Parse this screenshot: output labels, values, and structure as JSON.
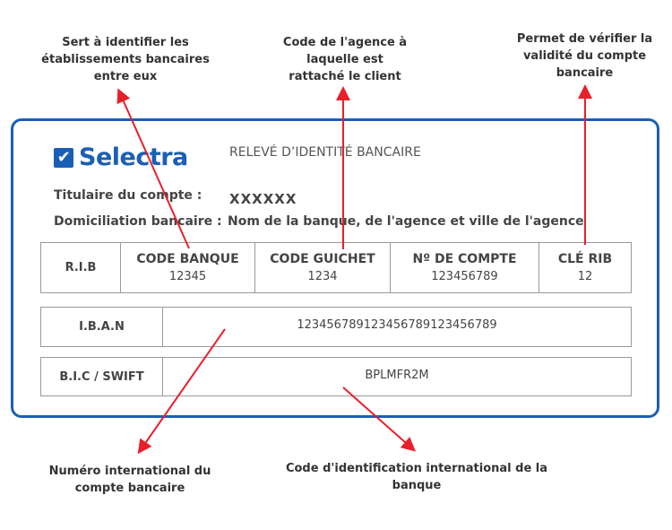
{
  "annotations": {
    "code_banque": "Sert à identifier les établissements bancaires entre eux",
    "code_guichet": "Code de l'agence à laquelle est rattaché le client",
    "cle_rib": "Permet de vérifier la validité du compte bancaire",
    "iban": "Numéro international du compte bancaire",
    "bic": "Code d'identification international de la banque"
  },
  "logo": "Selectra",
  "doc_title": "RELEVÉ D’IDENTITÉ BANCAIRE",
  "holder": {
    "label": "Titulaire du compte :",
    "value": "XXXXXX"
  },
  "domicile": {
    "label": "Domiciliation bancaire :",
    "value": "Nom de la banque, de l'agence et ville de l'agence"
  },
  "rib": {
    "label": "R.I.B",
    "columns": [
      {
        "header": "CODE BANQUE",
        "value": "12345"
      },
      {
        "header": "CODE GUICHET",
        "value": "1234"
      },
      {
        "header": "Nº DE COMPTE",
        "value": "123456789"
      },
      {
        "header": "CLÉ RIB",
        "value": "12"
      }
    ]
  },
  "iban": {
    "label": "I.B.A.N",
    "value": "123456789123456789123456789"
  },
  "bic": {
    "label": "B.I.C / SWIFT",
    "value": "BPLMFR2M"
  },
  "colors": {
    "brand": "#1a5fb4",
    "arrow": "#e8202a"
  }
}
